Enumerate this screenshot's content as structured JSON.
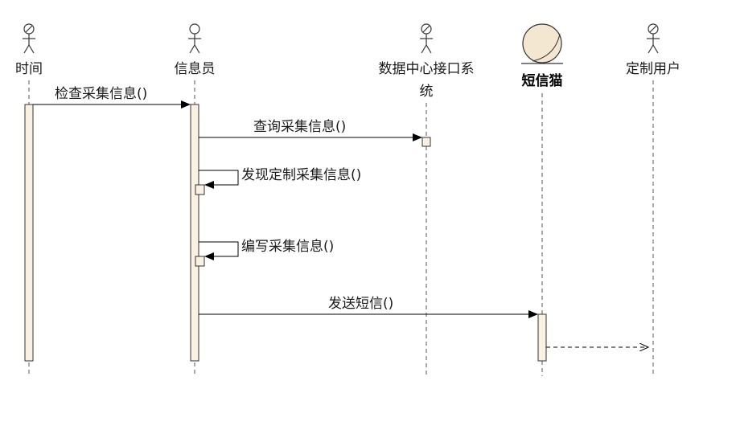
{
  "colors": {
    "activation_fill": "#fbf1e2",
    "entity_fill": "#f4e7d1",
    "line": "#000000"
  },
  "participants": [
    {
      "id": "time",
      "label": "时间",
      "icon": "actor-icon"
    },
    {
      "id": "clerk",
      "label": "信息员",
      "icon": "actor-icon"
    },
    {
      "id": "dci",
      "label_line1": "数据中心接口系",
      "label_line2": "统",
      "icon": "actor-icon"
    },
    {
      "id": "sms",
      "label": "短信猫",
      "icon": "entity-icon"
    },
    {
      "id": "user",
      "label": "定制用户",
      "icon": "actor-icon"
    }
  ],
  "messages": [
    {
      "id": "m1",
      "label": "检查采集信息()"
    },
    {
      "id": "m2",
      "label": "查询采集信息()"
    },
    {
      "id": "m3",
      "label": "发现定制采集信息()"
    },
    {
      "id": "m4",
      "label": "编写采集信息()"
    },
    {
      "id": "m5",
      "label": "发送短信()"
    }
  ]
}
